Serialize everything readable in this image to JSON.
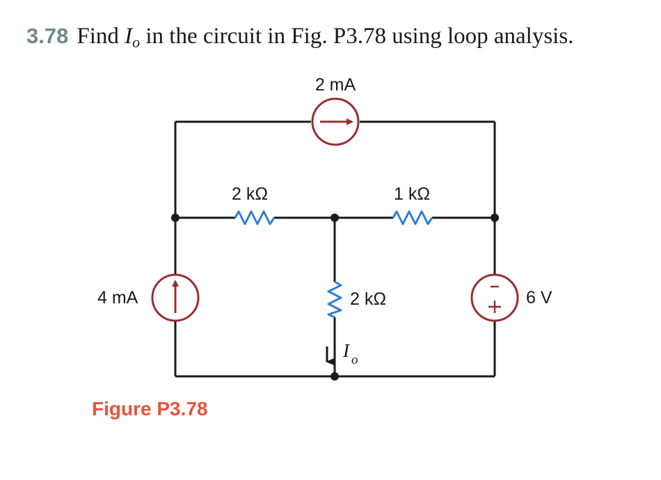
{
  "problem": {
    "number": "3.78",
    "text_before": "Find ",
    "variable": "I",
    "variable_sub": "o",
    "text_after": " in the circuit in Fig. P3.78 using loop analysis."
  },
  "figure": {
    "caption": "Figure P3.78",
    "components": {
      "top_current_source": {
        "label": "2 mA"
      },
      "left_current_source": {
        "label": "4 mA"
      },
      "left_resistor": {
        "label": "2 kΩ"
      },
      "right_resistor": {
        "label": "1 kΩ"
      },
      "middle_resistor": {
        "label": "2 kΩ"
      },
      "voltage_source": {
        "label": "6 V",
        "minus": "−",
        "plus": "+"
      },
      "output_current": {
        "symbol": "I",
        "sub": "o"
      }
    },
    "colors": {
      "wire": "#1a1a1a",
      "source": "#9b2d33",
      "resistor": "#2f7fd0",
      "caption": "#e8533a",
      "number": "#6e8a88"
    }
  }
}
